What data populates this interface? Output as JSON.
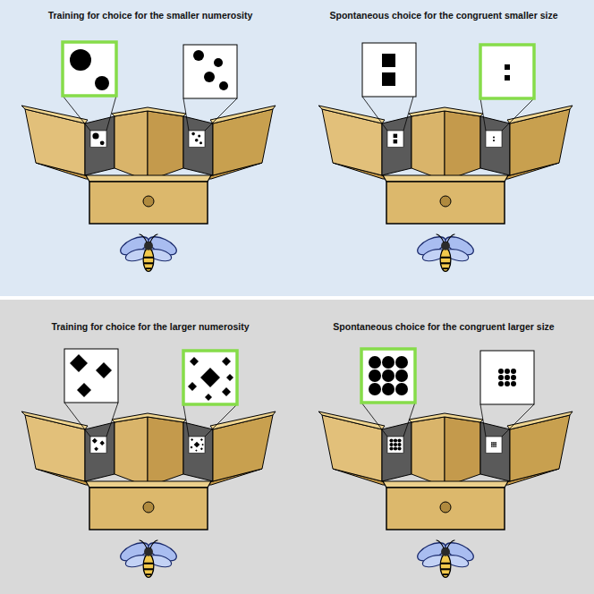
{
  "diagram": {
    "labels": [
      "Training for choice for the smaller numerosity",
      "Spontaneous choice for the congruent smaller size",
      "Training for choice for the larger numerosity",
      "Spontaneous choice for the congruent larger size"
    ]
  }
}
